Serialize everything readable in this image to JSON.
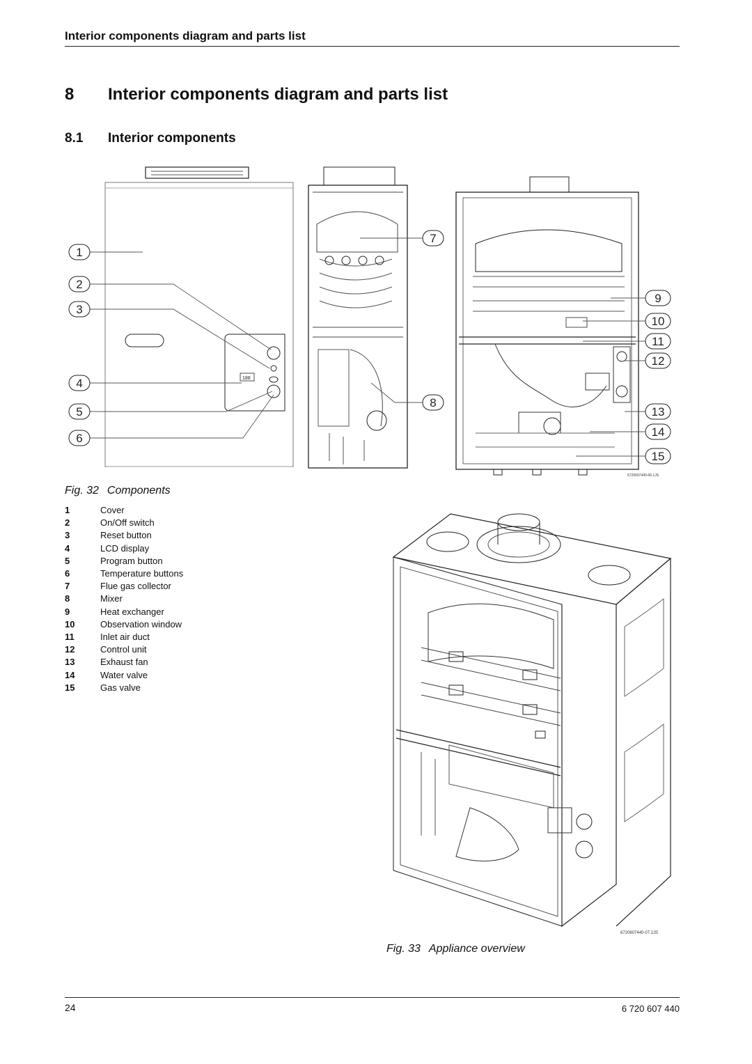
{
  "header": {
    "running_title": "Interior components diagram and parts list"
  },
  "heading1": {
    "number": "8",
    "title": "Interior components diagram and parts list"
  },
  "heading2": {
    "number": "8.1",
    "title": "Interior components"
  },
  "figure32": {
    "code": "6720607440-06.1JS",
    "callouts": [
      "1",
      "2",
      "3",
      "4",
      "5",
      "6",
      "7",
      "8",
      "9",
      "10",
      "11",
      "12",
      "13",
      "14",
      "15"
    ],
    "lcd_text": "188",
    "caption_number": "Fig. 32",
    "caption_text": "Components"
  },
  "parts_list": [
    {
      "num": "1",
      "label": "Cover"
    },
    {
      "num": "2",
      "label": "On/Off switch"
    },
    {
      "num": "3",
      "label": "Reset button"
    },
    {
      "num": "4",
      "label": "LCD display"
    },
    {
      "num": "5",
      "label": "Program button"
    },
    {
      "num": "6",
      "label": "Temperature buttons"
    },
    {
      "num": "7",
      "label": "Flue gas collector"
    },
    {
      "num": "8",
      "label": "Mixer"
    },
    {
      "num": "9",
      "label": "Heat exchanger"
    },
    {
      "num": "10",
      "label": "Observation window"
    },
    {
      "num": "11",
      "label": "Inlet air duct"
    },
    {
      "num": "12",
      "label": "Control unit"
    },
    {
      "num": "13",
      "label": "Exhaust fan"
    },
    {
      "num": "14",
      "label": "Water valve"
    },
    {
      "num": "15",
      "label": "Gas valve"
    }
  ],
  "figure33": {
    "code": "6720607440-07.2JS",
    "caption_number": "Fig. 33",
    "caption_text": "Appliance overview"
  },
  "footer": {
    "page_number": "24",
    "document_number": "6 720 607 440"
  }
}
